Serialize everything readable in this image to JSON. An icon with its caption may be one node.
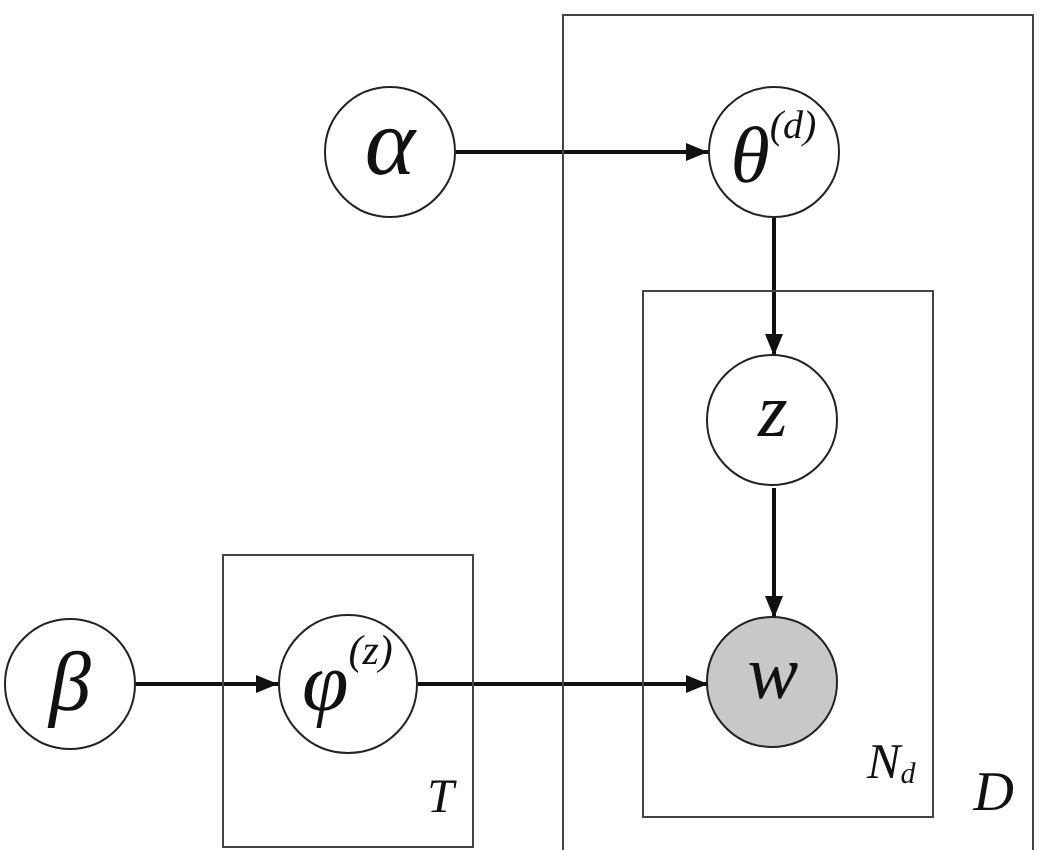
{
  "diagram": {
    "nodes": [
      {
        "text": [
          "α"
        ]
      },
      {
        "text": [
          "D"
        ]
      },
      {
        "text": [
          "θ$^{(d)}$"
        ],
        "in": 1
      },
      {
        "text": [
          "N$_{d}$"
        ],
        "in": 1
      },
      {
        "text": [
          "z"
        ],
        "in": 3
      },
      {
        "text": [
          "w"
        ],
        "in": 3
      },
      {
        "text": [
          "β"
        ]
      },
      {
        "text": [
          "T"
        ]
      },
      {
        "text": [
          "φ$^{(z)}$"
        ],
        "in": 7
      }
    ],
    "edges": [
      {
        "from": 0,
        "to": 2,
        "arrow": "to"
      },
      {
        "from": 2,
        "to": 4,
        "arrow": "to"
      },
      {
        "from": 4,
        "to": 5,
        "arrow": "to"
      },
      {
        "from": 6,
        "to": 8,
        "arrow": "to"
      },
      {
        "from": 8,
        "to": 5,
        "arrow": "to"
      }
    ]
  }
}
